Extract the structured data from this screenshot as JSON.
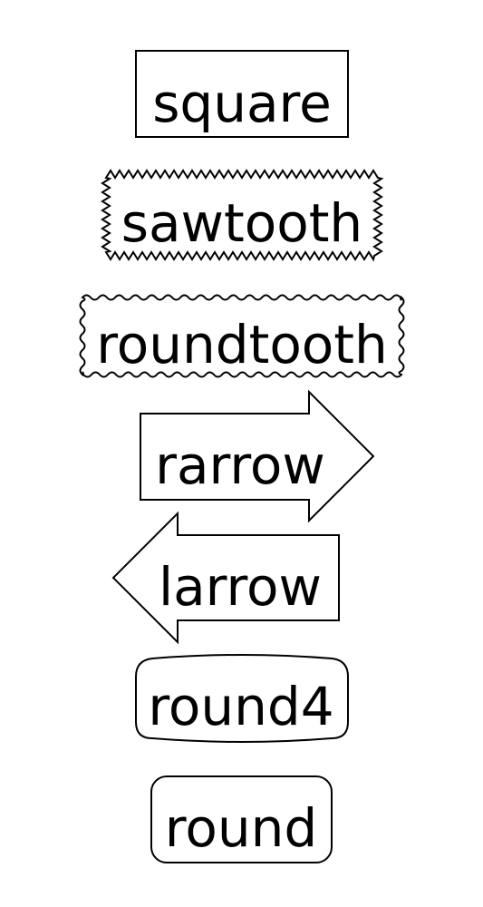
{
  "boxes": [
    {
      "style": "square",
      "label": "square"
    },
    {
      "style": "sawtooth",
      "label": "sawtooth"
    },
    {
      "style": "roundtooth",
      "label": "roundtooth"
    },
    {
      "style": "rarrow",
      "label": "rarrow"
    },
    {
      "style": "larrow",
      "label": "larrow"
    },
    {
      "style": "round4",
      "label": "round4"
    },
    {
      "style": "round",
      "label": "round"
    }
  ]
}
